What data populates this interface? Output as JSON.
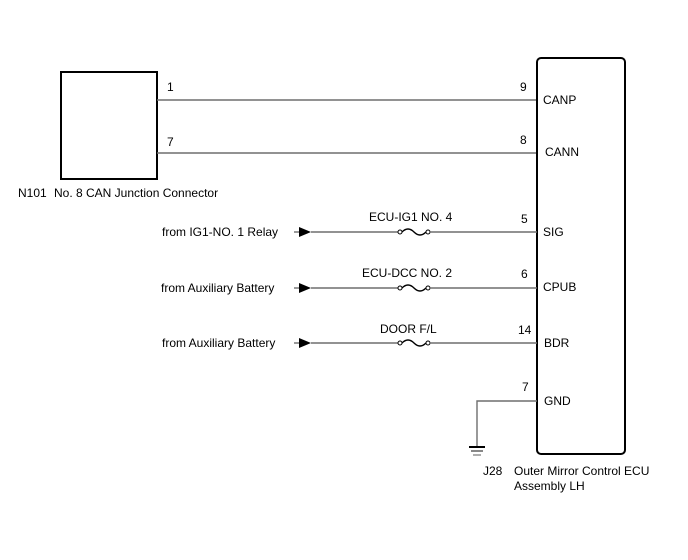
{
  "left_connector": {
    "id": "N101",
    "name": "No. 8 CAN Junction Connector",
    "pins": [
      "1",
      "7"
    ]
  },
  "ecu": {
    "id": "J28",
    "name_line1": "Outer Mirror Control ECU",
    "name_line2": "Assembly LH"
  },
  "circuits": [
    {
      "from": "",
      "fuse": "",
      "pin": "9",
      "terminal": "CANP",
      "source_pin": "1"
    },
    {
      "from": "",
      "fuse": "",
      "pin": "8",
      "terminal": "CANN",
      "source_pin": "7"
    },
    {
      "from": "from IG1-NO. 1 Relay",
      "fuse": "ECU-IG1 NO. 4",
      "pin": "5",
      "terminal": "SIG"
    },
    {
      "from": "from Auxiliary Battery",
      "fuse": "ECU-DCC NO. 2",
      "pin": "6",
      "terminal": "CPUB"
    },
    {
      "from": "from Auxiliary Battery",
      "fuse": "DOOR F/L",
      "pin": "14",
      "terminal": "BDR"
    },
    {
      "from": "",
      "fuse": "",
      "pin": "7",
      "terminal": "GND"
    }
  ]
}
